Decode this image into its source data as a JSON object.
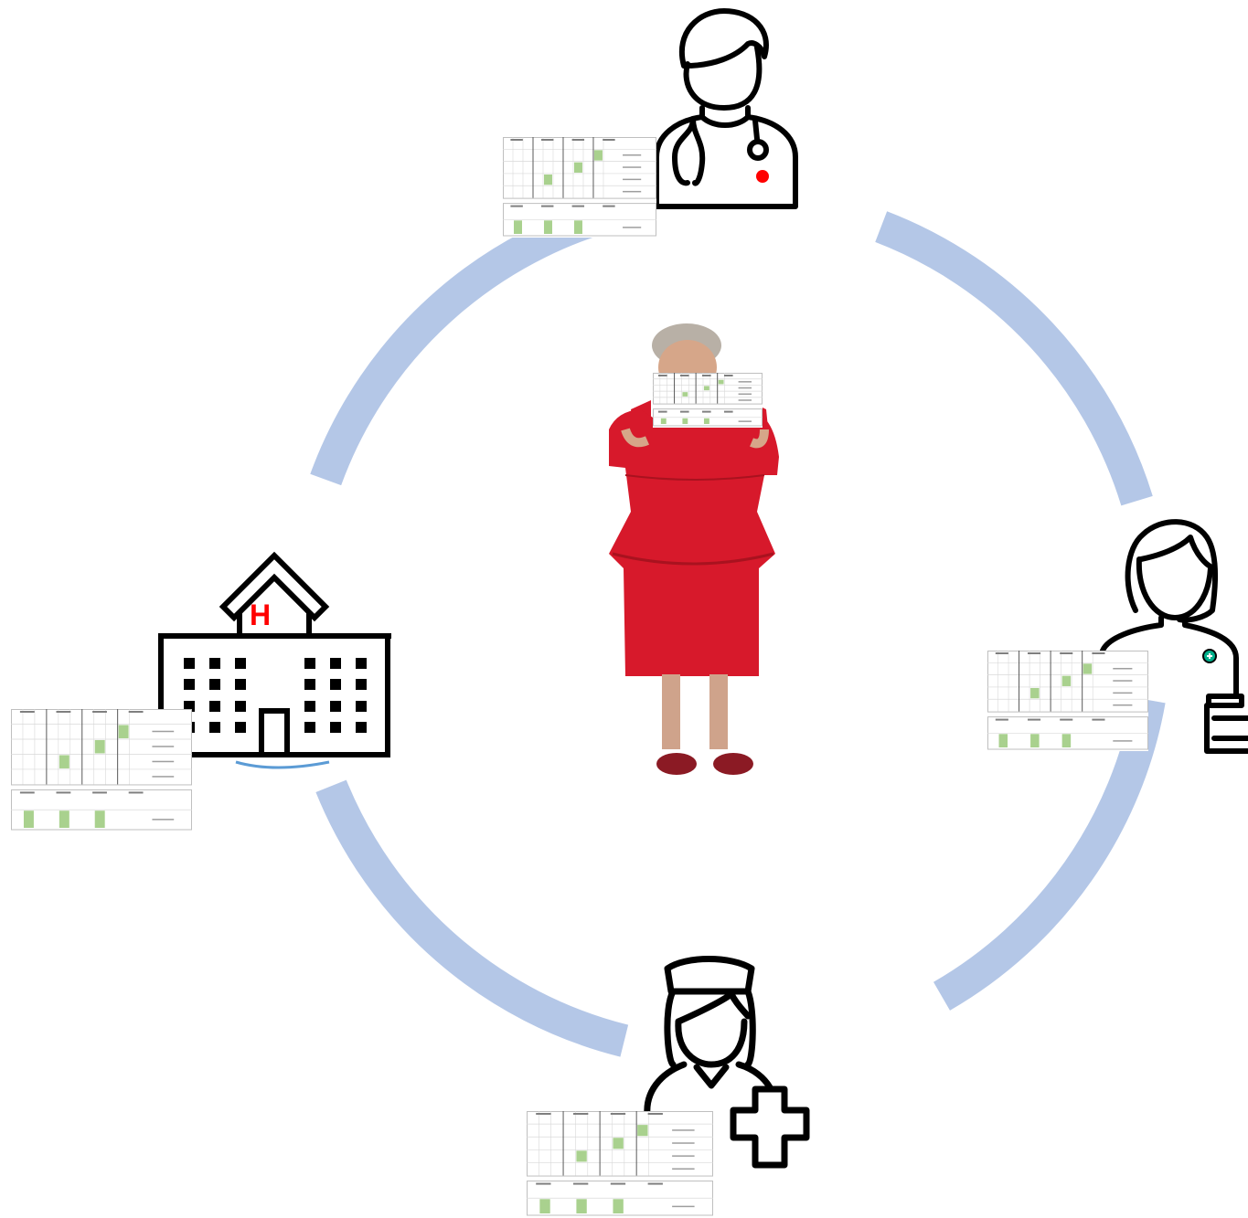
{
  "diagram": {
    "ring_color": "#b4c7e7",
    "icon_stroke": "#000000",
    "accent_red": "#ff0000",
    "pharmacist_cross_color": "#00b08c",
    "table_highlight": "#a9d18e",
    "patient_dress_color": "#d7192b"
  },
  "nodes": [
    {
      "id": "doctor",
      "icon": "doctor-icon"
    },
    {
      "id": "pharmacist",
      "icon": "pharmacist-icon"
    },
    {
      "id": "nurse",
      "icon": "nurse-icon"
    },
    {
      "id": "hospital",
      "icon": "hospital-icon",
      "sign_letter": "H"
    },
    {
      "id": "patient",
      "icon": "patient-figure"
    }
  ],
  "medication_schedule_cards": [
    "doctor",
    "pharmacist",
    "nurse",
    "hospital",
    "patient"
  ]
}
